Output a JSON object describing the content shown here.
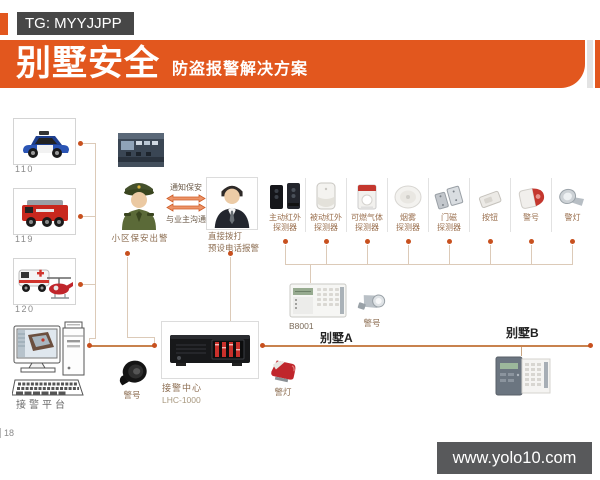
{
  "tg": {
    "label": "TG: MYYJJPP"
  },
  "header": {
    "title": "别墅安全",
    "subtitle": "防盗报警解决方案",
    "accent_color": "#E2571E"
  },
  "vehicles": [
    {
      "label": "110"
    },
    {
      "label": "119"
    },
    {
      "label": "120"
    }
  ],
  "flow": {
    "guard_label": "小区保安出警",
    "notify": "通知保安",
    "communicate": "与业主沟通",
    "owner_line1": "直接拨打",
    "owner_line2": "预设电话报警"
  },
  "detectors": [
    {
      "label1": "主动红外",
      "label2": "探测器"
    },
    {
      "label1": "被动红外",
      "label2": "探测器"
    },
    {
      "label1": "可燃气体",
      "label2": "探测器"
    },
    {
      "label1": "烟雾",
      "label2": "探测器"
    },
    {
      "label1": "门磁",
      "label2": "探测器"
    },
    {
      "label1": "按钮",
      "label2": ""
    },
    {
      "label1": "警号",
      "label2": ""
    },
    {
      "label1": "警灯",
      "label2": ""
    }
  ],
  "villaA": {
    "name": "别墅A",
    "keypad": "B8001",
    "siren": "警号"
  },
  "villaB": {
    "name": "别墅B"
  },
  "center": {
    "name": "接警中心",
    "model": "LHC-1000",
    "horn": "警号",
    "light": "警灯"
  },
  "platform": {
    "name": "接警平台"
  },
  "footer": {
    "page": "18",
    "website": "www.yolo10.com"
  },
  "colors": {
    "line": "#DCCAB8",
    "phone_line": "#C8824E",
    "dot": "#C8501E"
  }
}
